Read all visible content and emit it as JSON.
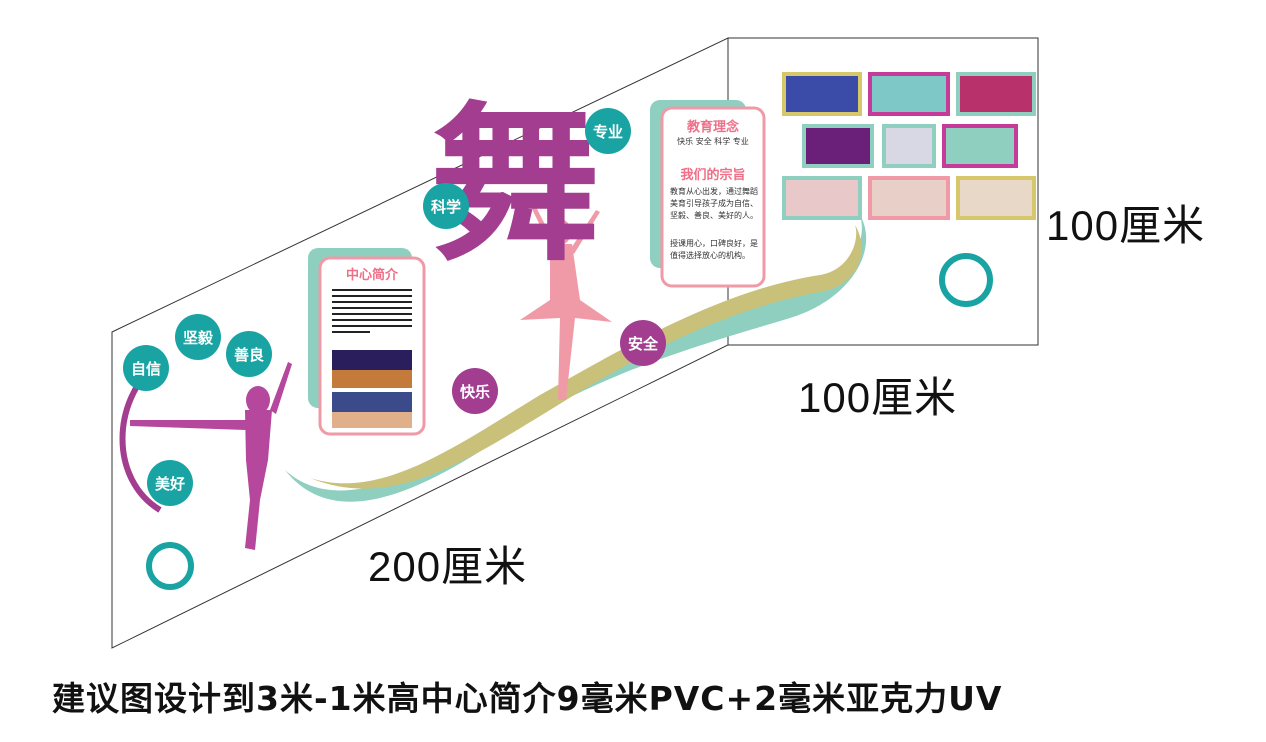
{
  "labels": {
    "height_right": "100厘米",
    "width_right": "100厘米",
    "width_left": "200厘米",
    "main_char": "舞"
  },
  "keywords": {
    "k1": "自信",
    "k2": "坚毅",
    "k3": "善良",
    "k4": "美好",
    "k5": "科学",
    "k6": "专业",
    "k7": "快乐",
    "k8": "安全"
  },
  "intro_panel": {
    "title": "中心简介"
  },
  "philosophy_panel": {
    "title": "教育理念",
    "subtitle": "快乐 安全 科学 专业",
    "mission_title": "我们的宗旨",
    "mission_text_1": "教育从心出发，通过舞蹈美育引导孩子成为自信、坚毅、善良、美好的人。",
    "mission_text_2": "授课用心，口碑良好，是值得选择放心的机构。"
  },
  "caption": "建议图设计到3米-1米高中心简介9毫米PVC+2毫米亚克力UV",
  "colors": {
    "teal": "#1aa3a3",
    "purple": "#a23d8f",
    "pink": "#ef9aa6",
    "mint": "#8ecfc0",
    "olive": "#c9c07a"
  }
}
